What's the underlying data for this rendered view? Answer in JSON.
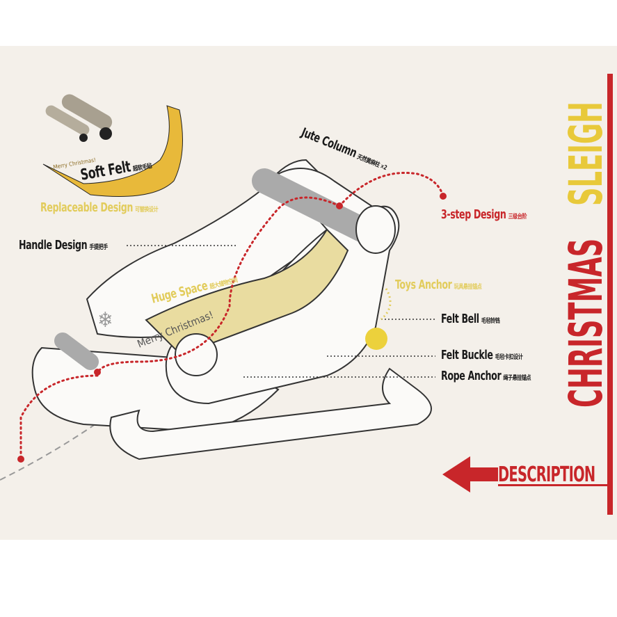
{
  "title": {
    "word1": "CHRISTMAS",
    "word2": "SLEIGH"
  },
  "description_label": "DESCRIPTION",
  "callouts": {
    "soft_felt": {
      "en": "Soft Felt",
      "zh": "超软毛毡"
    },
    "replaceable": {
      "en": "Replaceable Design",
      "zh": "可替换设计"
    },
    "handle": {
      "en": "Handle Design",
      "zh": "手提把手"
    },
    "jute": {
      "en": "Jute Column",
      "zh": "天然黄麻柱 ×2"
    },
    "three_step": {
      "en": "3-step Design",
      "zh": "三级台阶"
    },
    "huge_space": {
      "en": "Huge Space",
      "zh": "超大储物空间"
    },
    "toys_anchor": {
      "en": "Toys Anchor",
      "zh": "玩具悬挂锚点"
    },
    "felt_bell": {
      "en": "Felt Bell",
      "zh": "毛毡铃铛"
    },
    "felt_buckle": {
      "en": "Felt Buckle",
      "zh": "毛毡卡扣设计"
    },
    "rope_anchor": {
      "en": "Rope Anchor",
      "zh": "绳子悬挂锚点"
    }
  },
  "printed_text": {
    "felt_mat": "Merry Christmas!",
    "seat": "Merry Christmas!"
  },
  "colors": {
    "red": "#c8262a",
    "yellow": "#e2cc5c",
    "background": "#f4f0ea",
    "felt": "#e8b93a"
  }
}
